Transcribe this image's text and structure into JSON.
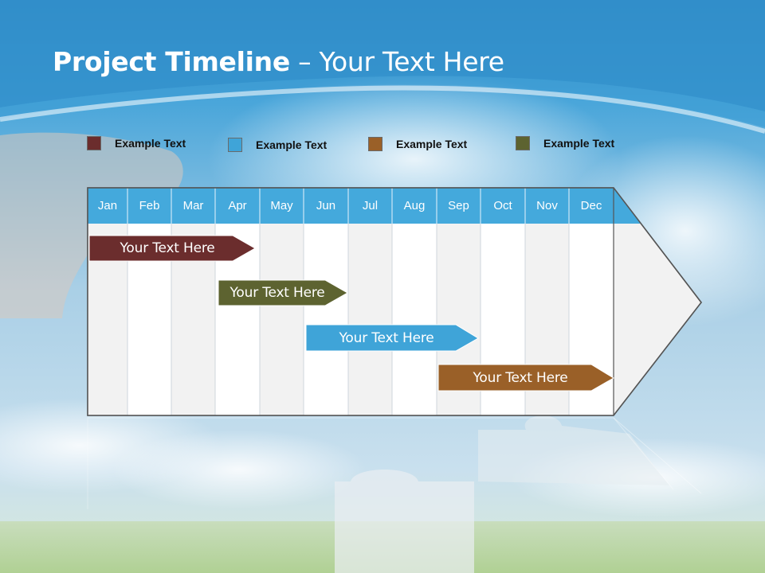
{
  "title": {
    "bold": "Project Timeline",
    "rest": " – Your Text Here"
  },
  "legend": [
    {
      "label": "Example Text",
      "color": "#6b2d2d"
    },
    {
      "label": "Example Text",
      "color": "#3fa4d8"
    },
    {
      "label": "Example Text",
      "color": "#9a6028"
    },
    {
      "label": "Example Text",
      "color": "#5d6330"
    }
  ],
  "months": [
    "Jan",
    "Feb",
    "Mar",
    "Apr",
    "May",
    "Jun",
    "Jul",
    "Aug",
    "Sep",
    "Oct",
    "Nov",
    "Dec"
  ],
  "tasks": [
    {
      "label": "Your  Text Here",
      "color": "#6b2d2d"
    },
    {
      "label": "Your  Text Here",
      "color": "#5d6330"
    },
    {
      "label": "Your  Text Here",
      "color": "#3fa4d8"
    },
    {
      "label": "Your  Text Here",
      "color": "#9a6028"
    }
  ],
  "colors": {
    "header": "#44a9dc"
  }
}
